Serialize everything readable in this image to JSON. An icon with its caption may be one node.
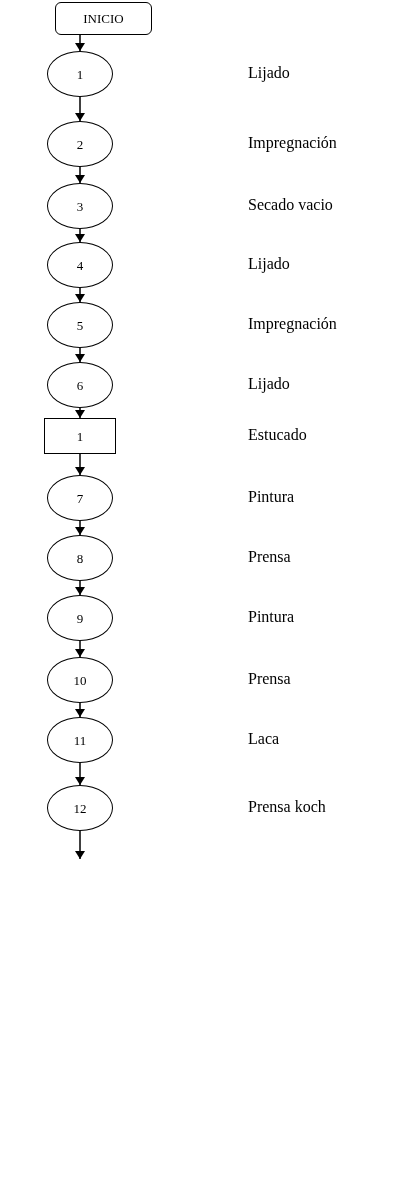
{
  "diagram": {
    "nodes": [
      {
        "text": [
          "INICIO"
        ]
      },
      {
        "text": [
          "1"
        ]
      },
      {
        "text": [
          "2"
        ]
      },
      {
        "text": [
          "3"
        ]
      },
      {
        "text": [
          "4"
        ]
      },
      {
        "text": [
          "5"
        ]
      },
      {
        "text": [
          "6"
        ]
      },
      {
        "text": [
          "1"
        ]
      },
      {
        "text": [
          "7"
        ]
      },
      {
        "text": [
          "8"
        ]
      },
      {
        "text": [
          "9"
        ]
      },
      {
        "text": [
          "10"
        ]
      },
      {
        "text": [
          "11"
        ]
      },
      {
        "text": [
          "12"
        ]
      }
    ],
    "edges": [
      {
        "from": 0,
        "to": 1,
        "arrow": "to"
      },
      {
        "from": 1,
        "to": 2,
        "arrow": "to"
      },
      {
        "from": 2,
        "to": 3,
        "arrow": "to"
      },
      {
        "from": 3,
        "to": 4,
        "arrow": "to"
      },
      {
        "from": 4,
        "to": 5,
        "arrow": "to"
      },
      {
        "from": 5,
        "to": 6,
        "arrow": "to"
      },
      {
        "from": 6,
        "to": 7,
        "arrow": "to"
      },
      {
        "from": 7,
        "to": 8,
        "arrow": "to"
      },
      {
        "from": 8,
        "to": 9,
        "arrow": "to"
      },
      {
        "from": 9,
        "to": 10,
        "arrow": "to"
      },
      {
        "from": 10,
        "to": 11,
        "arrow": "to"
      },
      {
        "from": 11,
        "to": 12,
        "arrow": "to"
      },
      {
        "from": 12,
        "to": 13,
        "arrow": "to"
      },
      {
        "from": 13,
        "to": null,
        "arrow": "to"
      }
    ],
    "labels": [
      "Lijado",
      "Impregnación",
      "Secado vacio",
      "Lijado",
      "Impregnación",
      "Lijado",
      "Estucado",
      "Pintura",
      "Prensa",
      "Pintura",
      "Prensa",
      "Laca",
      "Prensa koch"
    ]
  }
}
